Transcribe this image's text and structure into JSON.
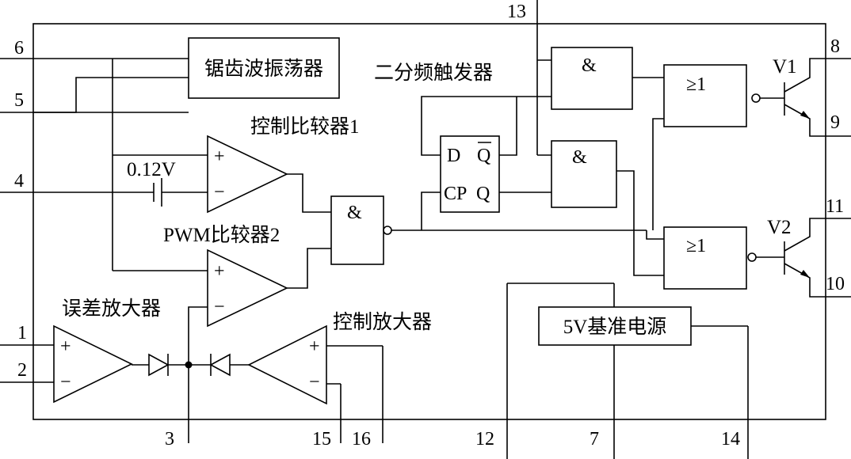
{
  "blocks": {
    "sawtooth_oscillator": "锯齿波振荡器",
    "divider_flipflop": "二分频触发器",
    "control_comparator": "控制比较器1",
    "pwm_comparator": "PWM比较器2",
    "error_amplifier": "误差放大器",
    "control_amplifier": "控制放大器",
    "reference": "5V基准电源",
    "offset_voltage": "0.12V",
    "transistor_v1": "V1",
    "transistor_v2": "V2"
  },
  "symbols": {
    "and": "&",
    "or": "≥1",
    "plus": "+",
    "minus": "−",
    "ff_d": "D",
    "ff_qbar": "Q",
    "ff_cp": "CP",
    "ff_q": "Q"
  },
  "pins": {
    "p1": "1",
    "p2": "2",
    "p3": "3",
    "p4": "4",
    "p5": "5",
    "p6": "6",
    "p7": "7",
    "p8": "8",
    "p9": "9",
    "p10": "10",
    "p11": "11",
    "p12": "12",
    "p13": "13",
    "p14": "14",
    "p15": "15",
    "p16": "16"
  }
}
